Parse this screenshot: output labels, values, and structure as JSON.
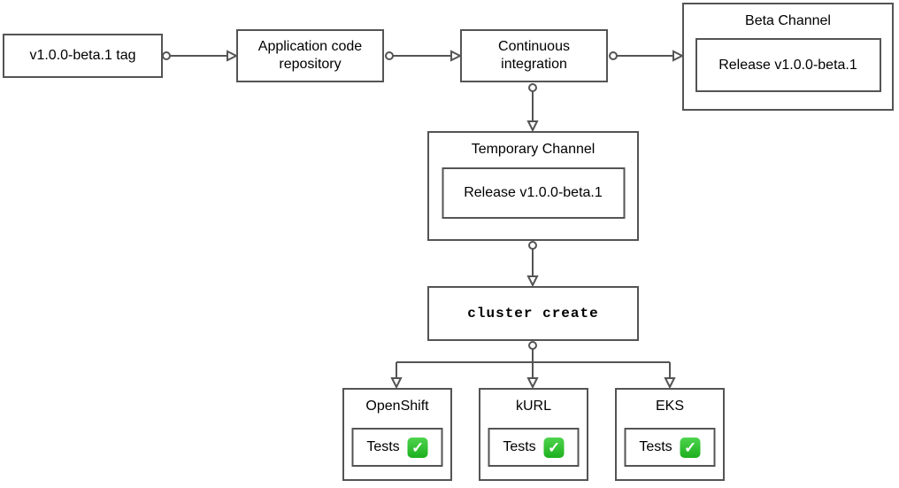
{
  "colors": {
    "stroke": "#545454",
    "check-top": "#4ed44e",
    "check-bottom": "#1daf1d",
    "bg": "#ffffff"
  },
  "diagram": {
    "nodes": {
      "tag": {
        "label": "v1.0.0-beta.1 tag"
      },
      "repo": {
        "label": "Application code repository"
      },
      "ci": {
        "label": "Continuous integration"
      },
      "beta_channel": {
        "title": "Beta Channel",
        "release_label": "Release v1.0.0-beta.1"
      },
      "temp_channel": {
        "title": "Temporary Channel",
        "release_label": "Release v1.0.0-beta.1"
      },
      "cluster_create": {
        "label": "cluster create"
      },
      "openshift": {
        "title": "OpenShift",
        "tests_label": "Tests",
        "check_icon": "✓"
      },
      "kurl": {
        "title": "kURL",
        "tests_label": "Tests",
        "check_icon": "✓"
      },
      "eks": {
        "title": "EKS",
        "tests_label": "Tests",
        "check_icon": "✓"
      }
    }
  }
}
